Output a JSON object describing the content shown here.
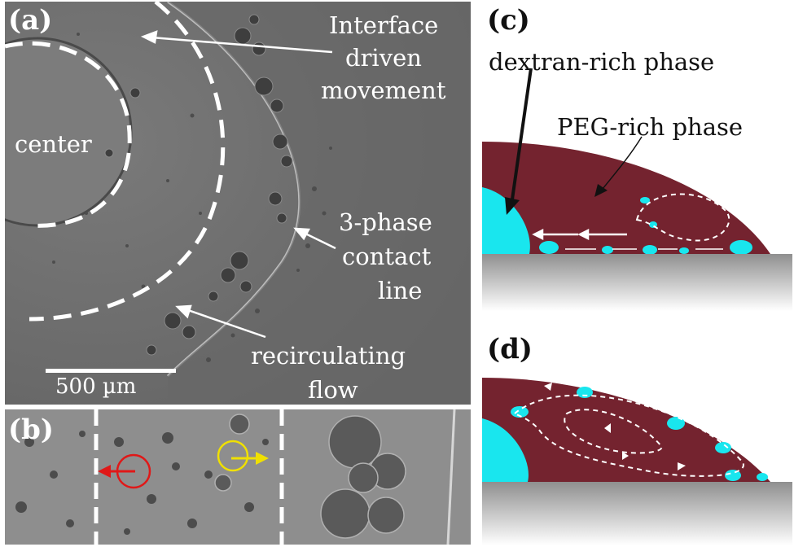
{
  "panels": {
    "a": {
      "label": "(a)",
      "center": "center",
      "interface": [
        "Interface",
        "driven",
        "movement"
      ],
      "contact_line": [
        "3-phase",
        "contact",
        "line"
      ],
      "recirc": [
        "recirculating",
        "flow"
      ],
      "scale": "500 µm"
    },
    "b": {
      "label": "(b)"
    },
    "c": {
      "label": "(c)",
      "dextran": "dextran-rich phase",
      "peg": "PEG-rich phase"
    },
    "d": {
      "label": "(d)"
    }
  },
  "colors": {
    "drop": "#74232f",
    "dextran": "#19e6ee",
    "arrow_red": "#e01818",
    "arrow_yellow": "#f0e000"
  }
}
